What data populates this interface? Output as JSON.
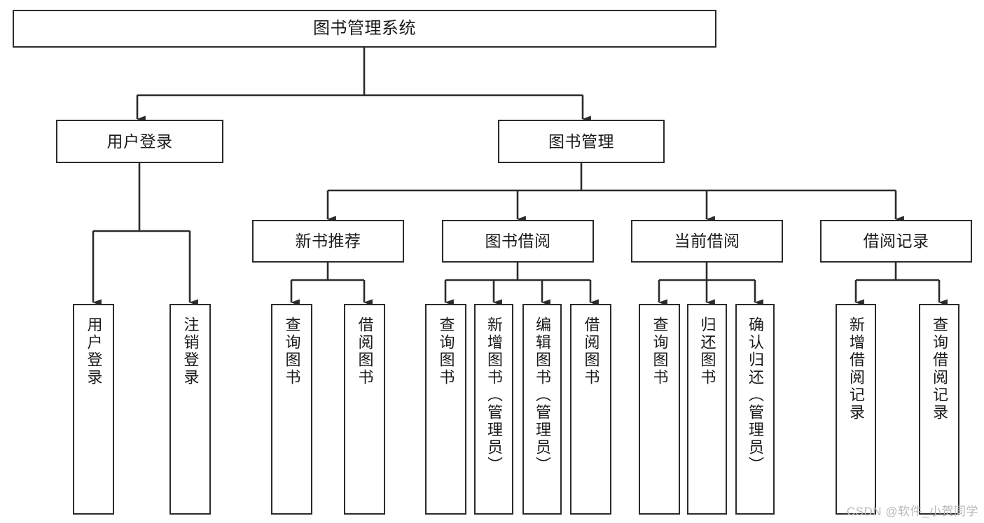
{
  "diagram": {
    "title": "图书管理系统",
    "type": "hierarchy-tree",
    "colors": {
      "box_border": "#2b2b2b",
      "box_fill": "#ffffff",
      "connector": "#2b2b2b",
      "text": "#1a1a1a",
      "watermark": "#b9b9b9"
    },
    "watermark": "CSDN @软件_小贺同学",
    "levels": {
      "level0": [
        {
          "id": "root",
          "label": "图书管理系统",
          "orientation": "horizontal"
        }
      ],
      "level1": [
        {
          "id": "user-login",
          "label": "用户登录",
          "orientation": "horizontal"
        },
        {
          "id": "book-manage",
          "label": "图书管理",
          "orientation": "horizontal"
        }
      ],
      "level2": [
        {
          "id": "new-book-rec",
          "label": "新书推荐",
          "orientation": "horizontal"
        },
        {
          "id": "book-borrow",
          "label": "图书借阅",
          "orientation": "horizontal"
        },
        {
          "id": "current-borrow",
          "label": "当前借阅",
          "orientation": "horizontal"
        },
        {
          "id": "borrow-record",
          "label": "借阅记录",
          "orientation": "horizontal"
        }
      ],
      "level3": [
        {
          "id": "leaf-user-login",
          "label": "用户登录",
          "orientation": "vertical",
          "parent": "user-login"
        },
        {
          "id": "leaf-user-logout",
          "label": "注销登录",
          "orientation": "vertical",
          "parent": "user-login"
        },
        {
          "id": "leaf-query-book-1",
          "label": "查询图书",
          "orientation": "vertical",
          "parent": "new-book-rec"
        },
        {
          "id": "leaf-borrow-book-1",
          "label": "借阅图书",
          "orientation": "vertical",
          "parent": "new-book-rec"
        },
        {
          "id": "leaf-query-book-2",
          "label": "查询图书",
          "orientation": "vertical",
          "parent": "book-borrow"
        },
        {
          "id": "leaf-add-book",
          "label": "新增图书（管理员）",
          "orientation": "vertical",
          "parent": "book-borrow"
        },
        {
          "id": "leaf-edit-book",
          "label": "编辑图书（管理员）",
          "orientation": "vertical",
          "parent": "book-borrow"
        },
        {
          "id": "leaf-borrow-book-2",
          "label": "借阅图书",
          "orientation": "vertical",
          "parent": "book-borrow"
        },
        {
          "id": "leaf-query-book-3",
          "label": "查询图书",
          "orientation": "vertical",
          "parent": "current-borrow"
        },
        {
          "id": "leaf-return-book",
          "label": "归还图书",
          "orientation": "vertical",
          "parent": "current-borrow"
        },
        {
          "id": "leaf-confirm-return",
          "label": "确认归还（管理员）",
          "orientation": "vertical",
          "parent": "current-borrow"
        },
        {
          "id": "leaf-add-record",
          "label": "新增借阅记录",
          "orientation": "vertical",
          "parent": "borrow-record"
        },
        {
          "id": "leaf-query-record",
          "label": "查询借阅记录",
          "orientation": "vertical",
          "parent": "borrow-record"
        }
      ]
    }
  }
}
